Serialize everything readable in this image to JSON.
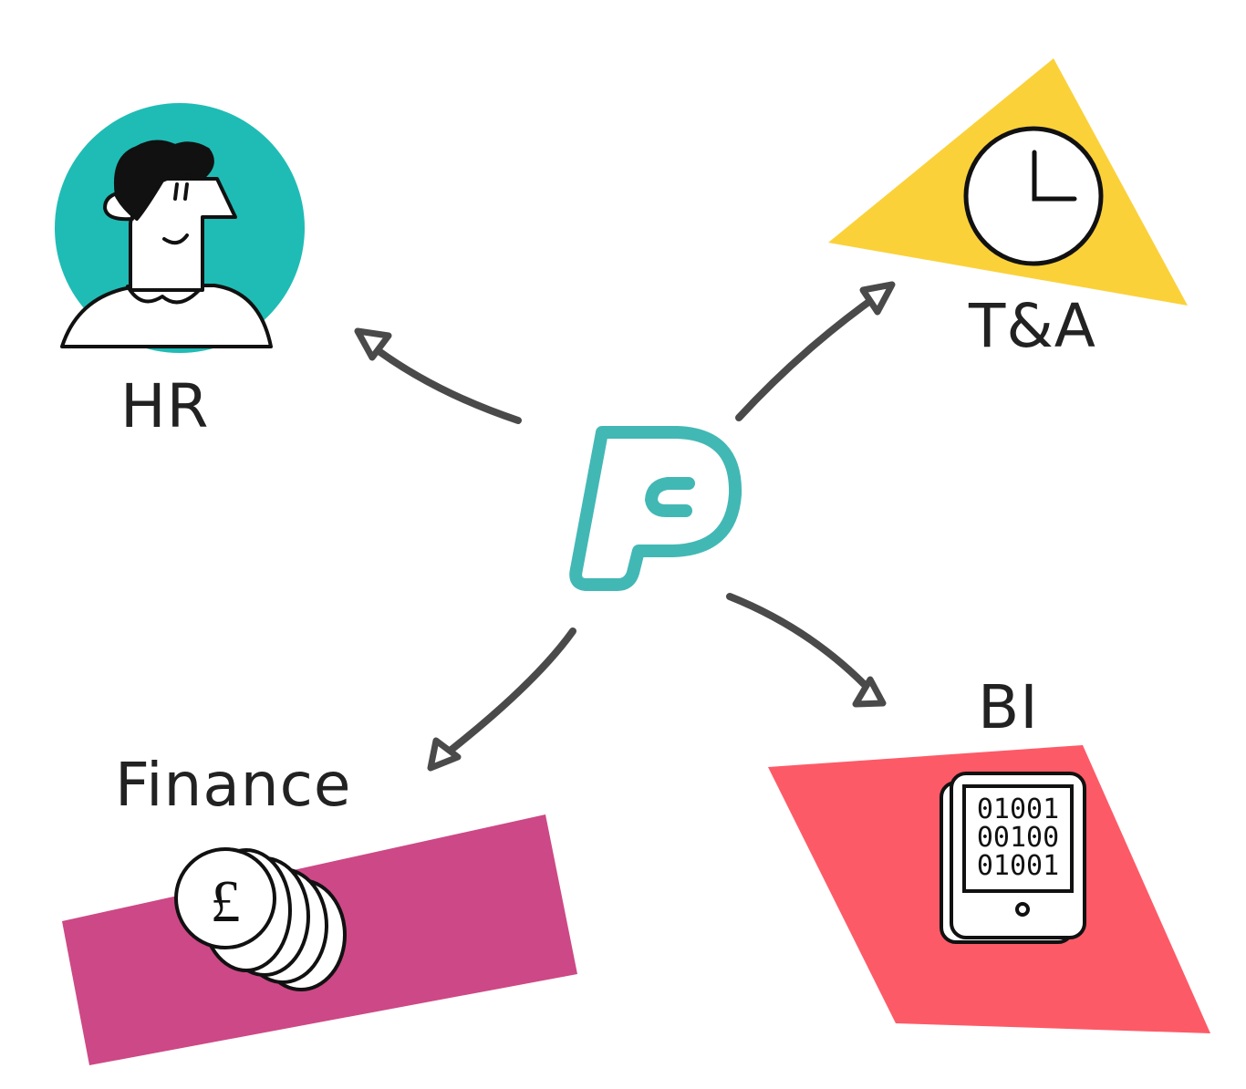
{
  "nodes": {
    "hr": {
      "label": "HR",
      "icon": "person-icon",
      "shape_color": "#1fbcb5"
    },
    "ta": {
      "label": "T&A",
      "icon": "clock-icon",
      "shape_color": "#fbd13a"
    },
    "finance": {
      "label": "Finance",
      "icon": "coins-icon",
      "currency_symbol": "£",
      "shape_color": "#cd4886"
    },
    "bi": {
      "label": "BI",
      "icon": "tablet-icon",
      "shape_color": "#fd5a67",
      "binary_lines": [
        "01001",
        "00100",
        "01001"
      ]
    }
  },
  "center": {
    "icon": "logo-p-icon",
    "color": "#42b8b5"
  },
  "colors": {
    "arrow": "#4a4a4a",
    "outline": "#111111",
    "text": "#222222"
  }
}
